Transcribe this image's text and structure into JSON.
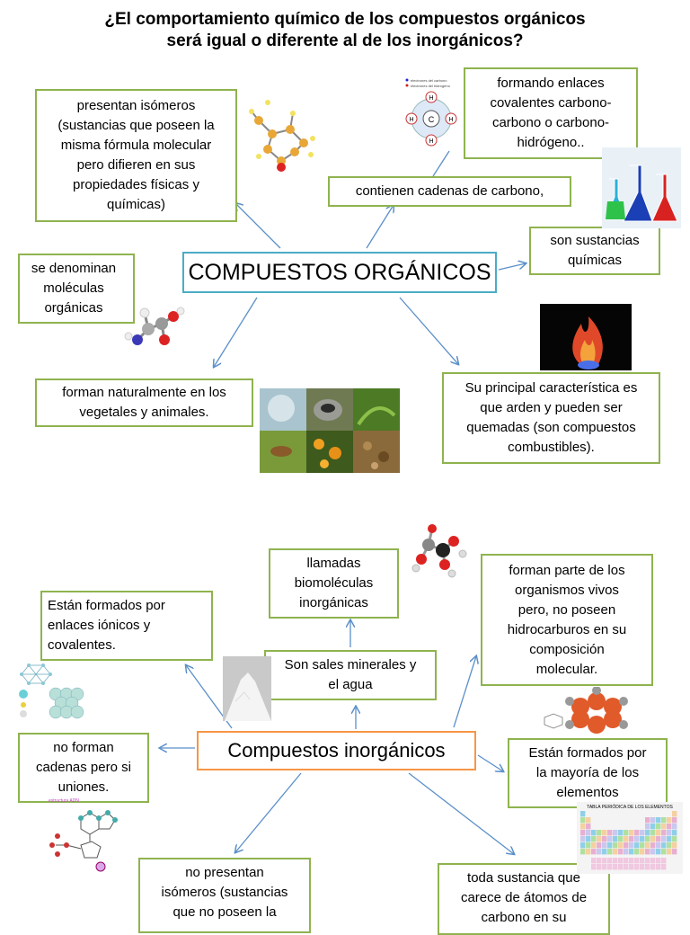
{
  "title": {
    "line1": "¿El comportamiento químico de los compuestos orgánicos",
    "line2": "será igual o diferente al de los inorgánicos?"
  },
  "organicos": {
    "central": "COMPUESTOS ORGÁNICOS",
    "isomeros": [
      "presentan isómeros",
      "(sustancias que poseen la",
      "misma fórmula molecular",
      "pero difieren en sus",
      "propiedades físicas y",
      "químicas)"
    ],
    "cadenas": "contienen  cadenas de carbono,",
    "enlaces": [
      "formando enlaces",
      "covalentes carbono-",
      "carbono o carbono-",
      "hidrógeno.."
    ],
    "sustancias": [
      "son sustancias",
      "químicas"
    ],
    "denominan": [
      "se denominan",
      "moléculas",
      "orgánicas"
    ],
    "naturalmente": [
      "forman naturalmente en los",
      "vegetales y animales."
    ],
    "caracteristica": [
      "Su principal característica es",
      "que arden y pueden ser",
      "quemadas (son compuestos",
      "combustibles)."
    ],
    "diagram_legend": [
      "electrones del carbono",
      "electrones del hidrógeno"
    ]
  },
  "inorganicos": {
    "central": "Compuestos inorgánicos",
    "llamadas": [
      "llamadas",
      "biomoléculas",
      "inorgánicas"
    ],
    "ionicos": [
      "Están formados por",
      "enlaces iónicos y",
      "covalentes."
    ],
    "sales": [
      "Son  sales minerales y",
      "el agua"
    ],
    "organismos": [
      "forman parte de los",
      "organismos vivos",
      "pero, no poseen",
      "hidrocarburos en su",
      "composición",
      "molecular."
    ],
    "cadenas": [
      "no forman",
      "cadenas pero si",
      "uniones."
    ],
    "elementos": [
      "Están formados por",
      "la mayoría de los",
      "elementos"
    ],
    "isomeros": [
      "no presentan",
      "isómeros (sustancias",
      "que  no poseen la"
    ],
    "carece": [
      "toda sustancia que",
      "carece de átomos de",
      "carbono en su"
    ],
    "periodic_table_label": "TABLA PERIÓDICA DE LOS ELEMENTOS",
    "adn_label": "estructura ADN"
  },
  "colors": {
    "box_border": "#8fb34f",
    "organic_border": "#4bacc6",
    "inorganic_border": "#f79646",
    "arrow": "#5b8fc9"
  }
}
